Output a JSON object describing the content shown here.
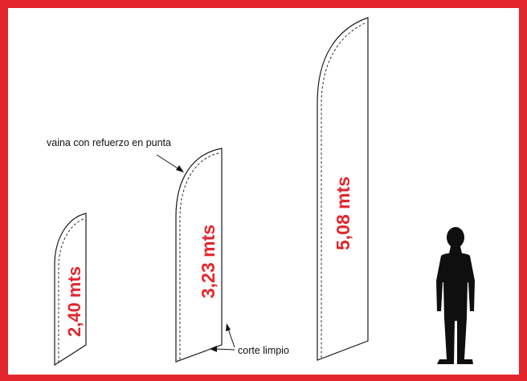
{
  "colors": {
    "accent": "#e3262d",
    "outline": "#1a1a1a",
    "silhouette": "#0f0f0f"
  },
  "flags": [
    {
      "height_label": "2,40 mts"
    },
    {
      "height_label": "3,23 mts"
    },
    {
      "height_label": "5,08 mts"
    }
  ],
  "callouts": {
    "sleeve": "vaina con refuerzo en punta",
    "cut": "corte limpio"
  },
  "icons": {
    "person": "human-silhouette-icon"
  }
}
